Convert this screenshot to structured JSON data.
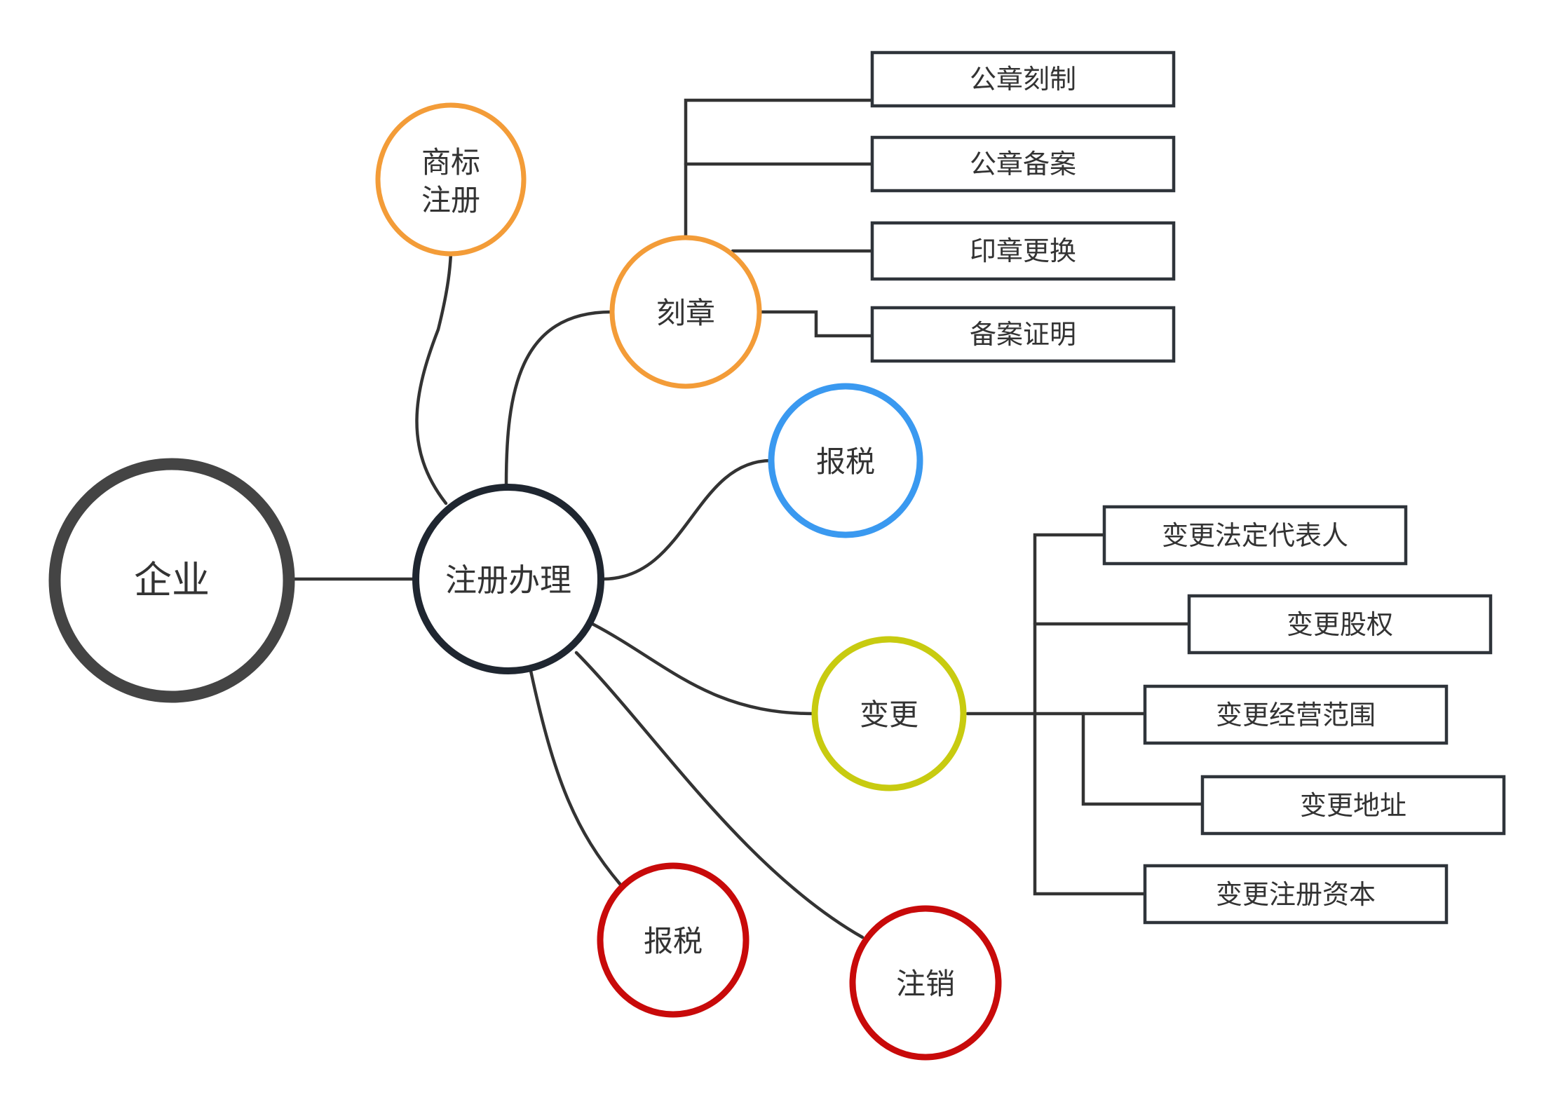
{
  "diagram": {
    "colors": {
      "line": "#333333",
      "root": "#444444",
      "center": "#1f2630",
      "orange": "#f39c38",
      "blue": "#3a99f0",
      "yellow": "#c8cb10",
      "red": "#c80a0a",
      "text": "#333333"
    },
    "root": "企业",
    "center": "注册办理",
    "trademark": {
      "line1": "商标",
      "line2": "注册"
    },
    "seal": {
      "label": "刻章",
      "items": [
        "公章刻制",
        "公章备案",
        "印章更换",
        "备案证明"
      ]
    },
    "tax_blue": "报税",
    "change": {
      "label": "变更",
      "items": [
        "变更法定代表人",
        "变更股权",
        "变更经营范围",
        "变更地址",
        "变更注册资本"
      ]
    },
    "tax_red": "报税",
    "cancel": "注销"
  }
}
